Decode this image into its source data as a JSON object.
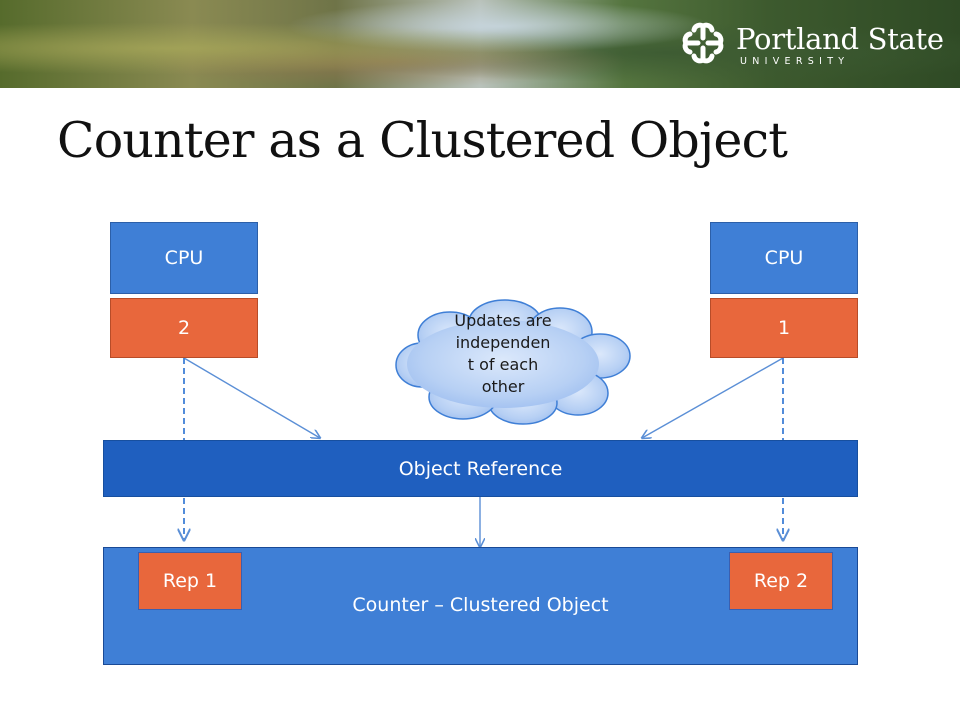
{
  "header": {
    "logo_name": "Portland State",
    "logo_sub": "UNIVERSITY"
  },
  "title": "Counter as a Clustered Object",
  "diagram": {
    "cpu_left": {
      "label": "CPU",
      "number": "2"
    },
    "cpu_right": {
      "label": "CPU",
      "number": "1"
    },
    "cloud_lines": [
      "Updates are",
      "independen",
      "t of each",
      "other"
    ],
    "object_reference": "Object Reference",
    "counter": "Counter – Clustered Object",
    "rep_left": "Rep 1",
    "rep_right": "Rep 2"
  },
  "colors": {
    "cpu": "#3f7fd6",
    "number": "#e8673c",
    "object_reference": "#1f5fbf",
    "counter": "#3f7fd6",
    "cloud": "#aac8f5",
    "arrow": "#5b8fd6"
  }
}
